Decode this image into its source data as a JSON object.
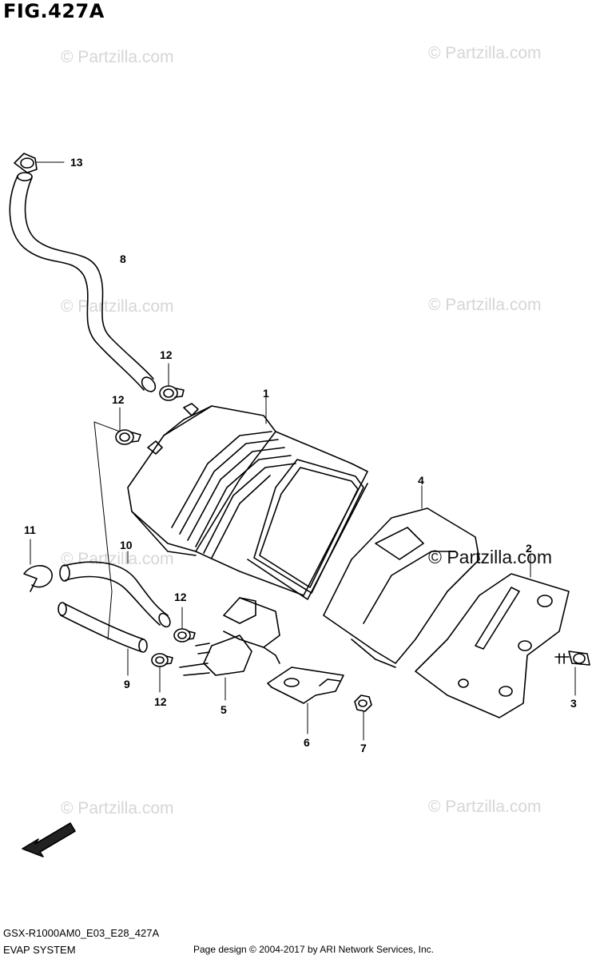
{
  "figure": {
    "title": "FIG.427A",
    "code": "GSX-R1000AM0_E03_E28_427A",
    "name": "EVAP SYSTEM",
    "credit": "Page design © 2004-2017 by ARI Network Services, Inc."
  },
  "watermarks": {
    "faint": "© Partzilla.com",
    "bold": "© Partzilla.com"
  },
  "direction_arrow": {
    "label": "FWD"
  },
  "callouts": {
    "c1": "1",
    "c2": "2",
    "c3": "3",
    "c4": "4",
    "c5": "5",
    "c6": "6",
    "c7": "7",
    "c8": "8",
    "c9": "9",
    "c10": "10",
    "c11": "11",
    "c12a": "12",
    "c12b": "12",
    "c12c": "12",
    "c12d": "12",
    "c13": "13"
  }
}
